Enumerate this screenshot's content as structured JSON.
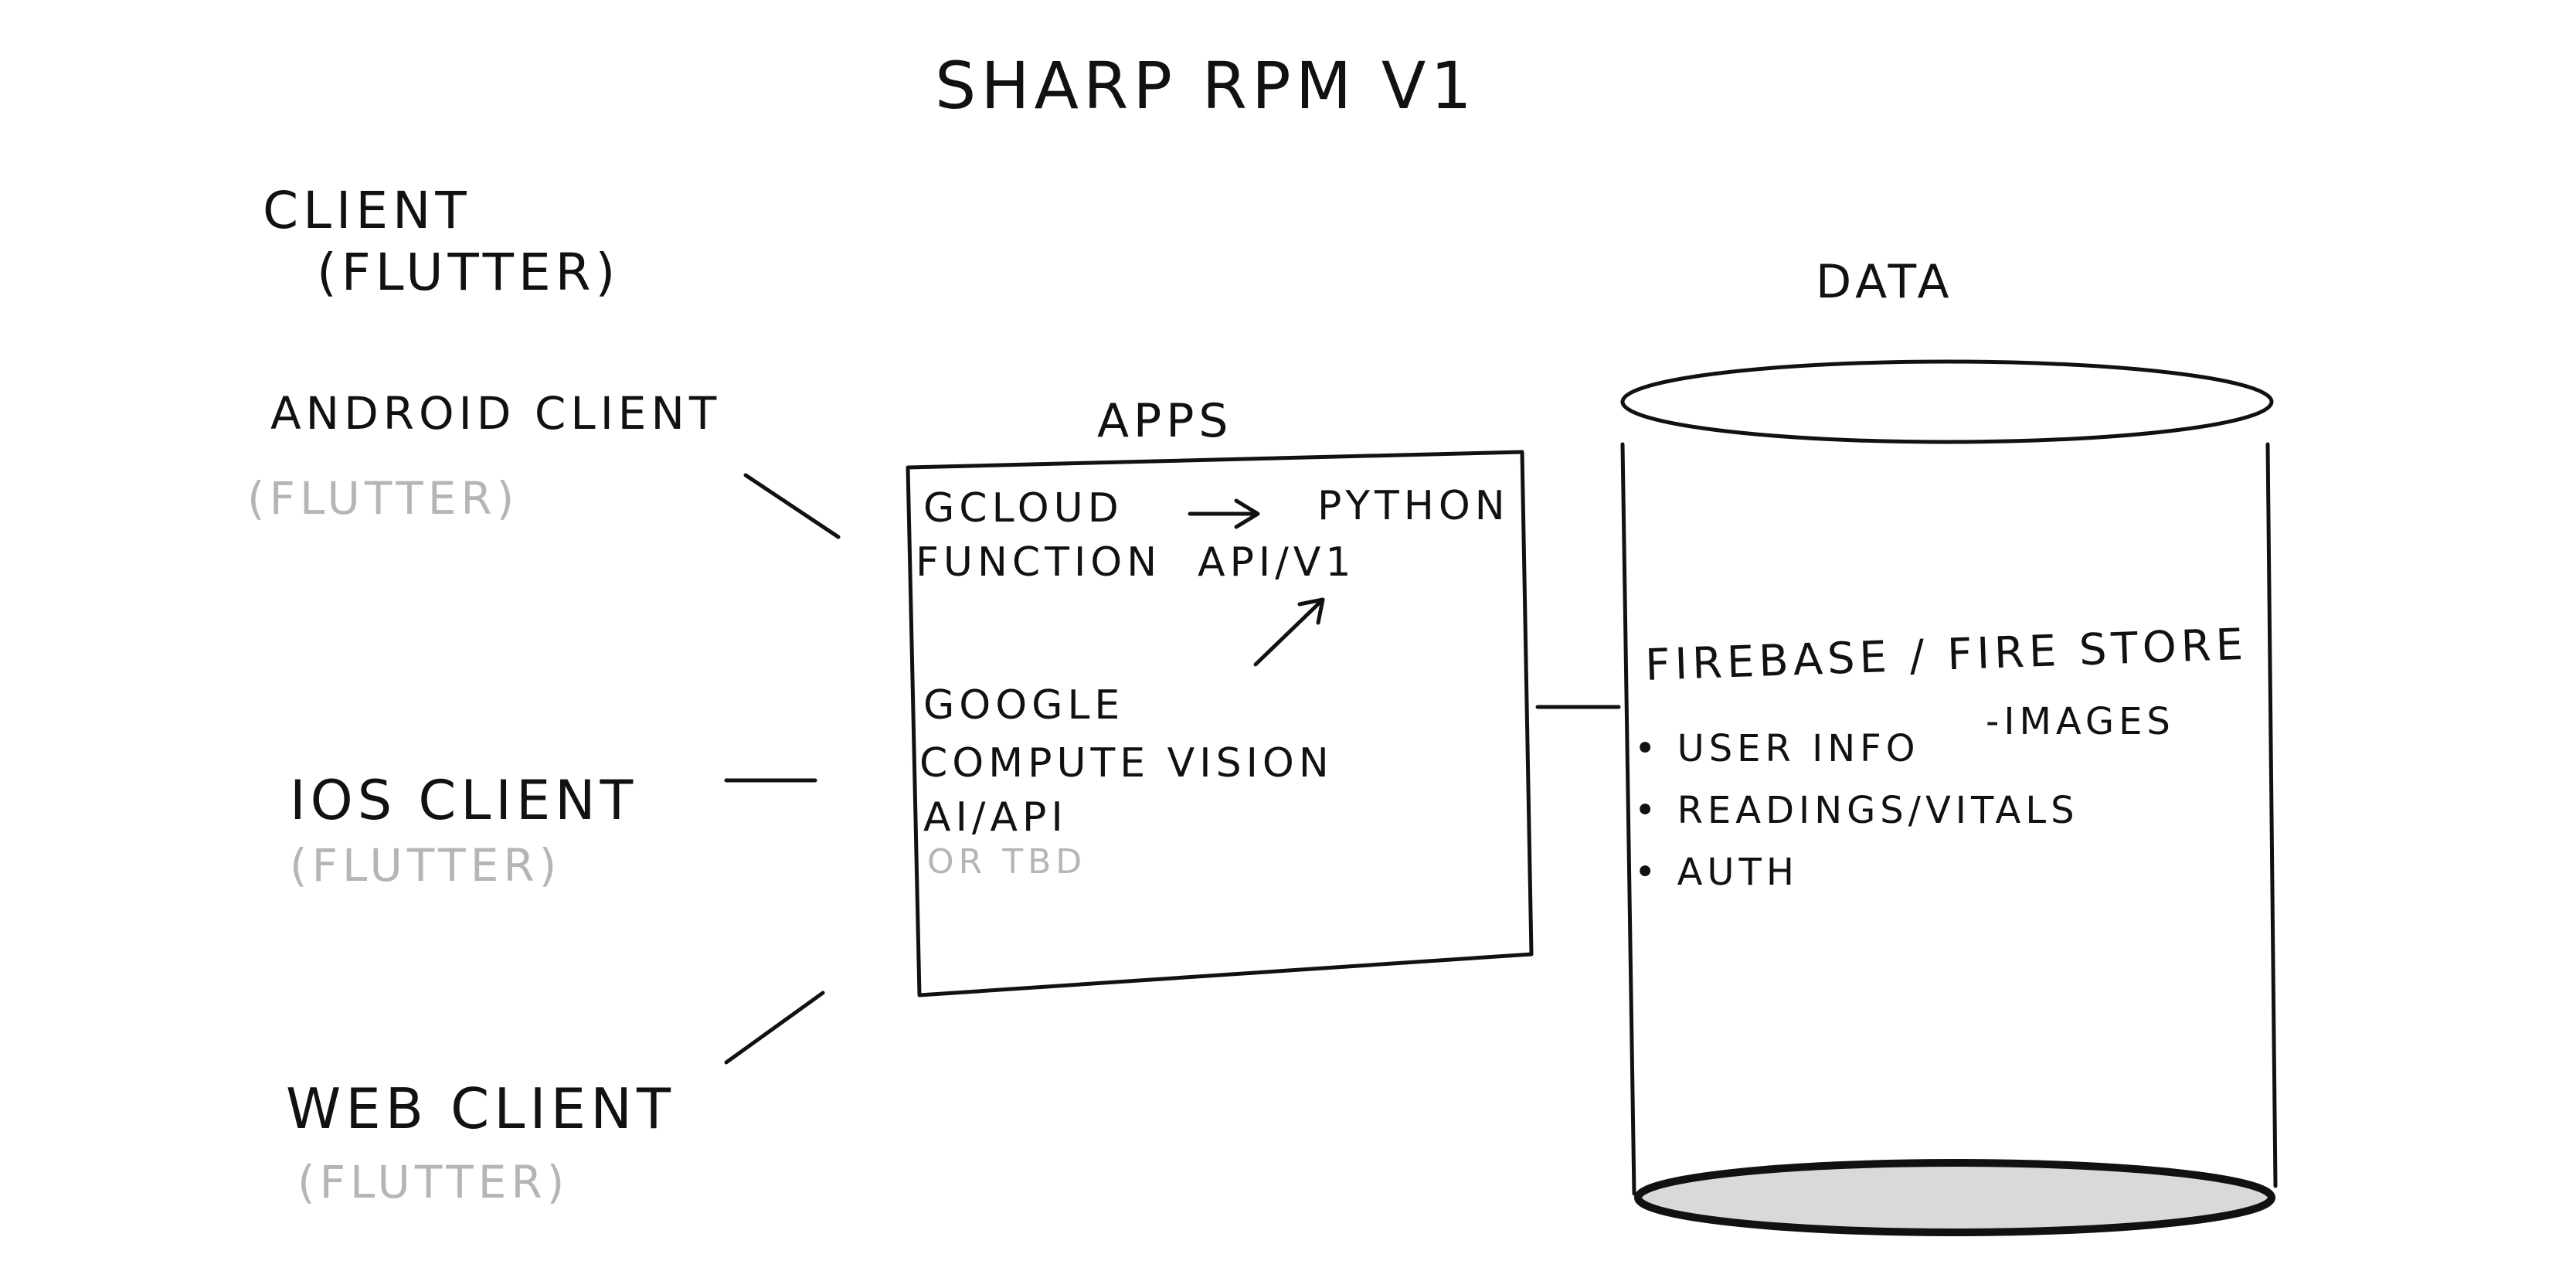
{
  "title": "SHARP RPM V1",
  "client": {
    "heading_line1": "CLIENT",
    "heading_line2": "(FLUTTER)",
    "items": [
      {
        "label": "ANDROID CLIENT",
        "sublabel": "(FLUTTER)"
      },
      {
        "label": "IOS CLIENT",
        "sublabel": "(FLUTTER)"
      },
      {
        "label": "WEB CLIENT",
        "sublabel": "(FLUTTER)"
      }
    ]
  },
  "apps": {
    "heading": "APPS",
    "gcloud_line1": "GCLOUD",
    "gcloud_line2": "FUNCTION",
    "python_line1": "PYTHON",
    "python_line2": "API/V1",
    "vision_line1": "GOOGLE",
    "vision_line2": "COMPUTE VISION",
    "vision_line3": "AI/API",
    "vision_line4": "OR TBD"
  },
  "data": {
    "heading": "DATA",
    "store": "FIREBASE / FIRE STORE",
    "items": [
      "• USER INFO",
      "-IMAGES",
      "• READINGS/VITALS",
      "• AUTH"
    ]
  },
  "colors": {
    "ink": "#111111",
    "faded": "#b5b5b5",
    "paper": "#ffffff"
  }
}
